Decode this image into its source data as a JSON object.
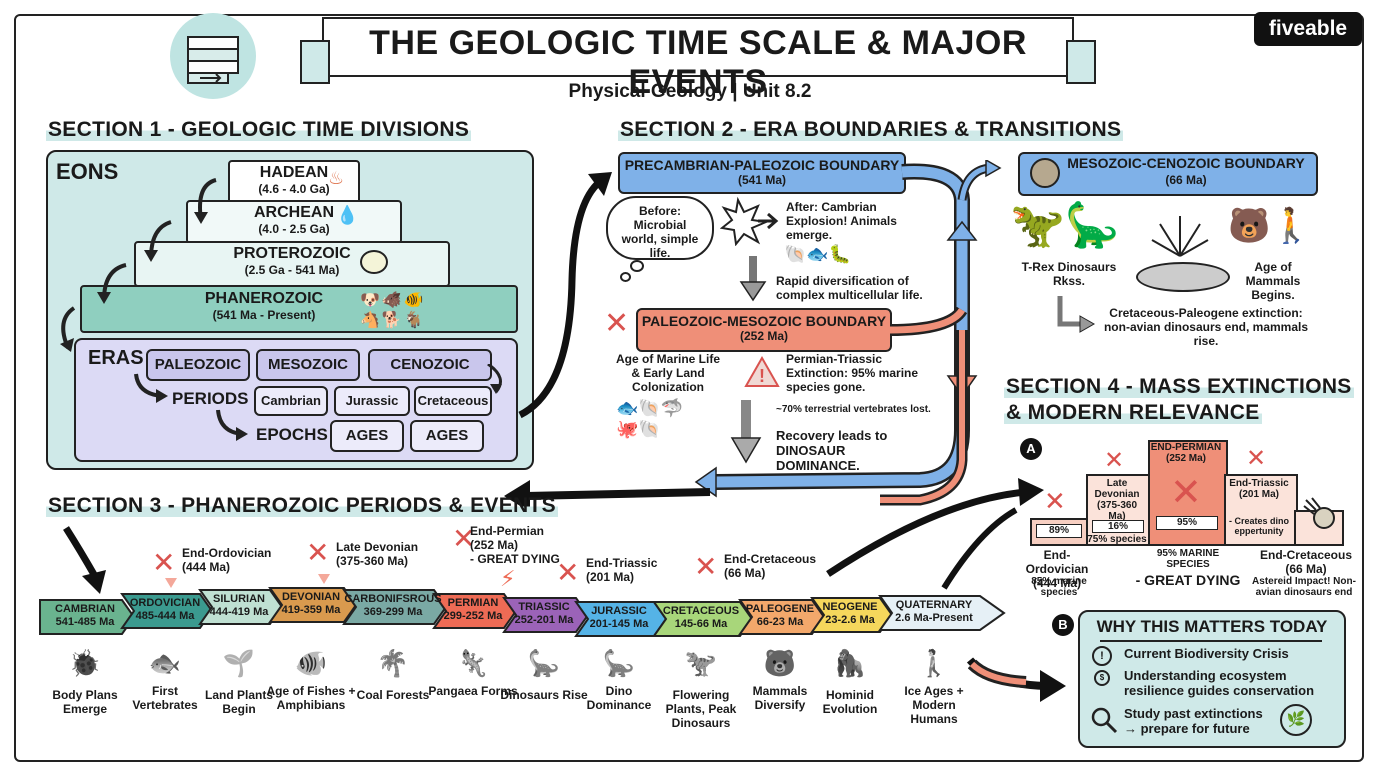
{
  "header": {
    "title": "THE GEOLOGIC TIME SCALE & MAJOR EVENTS",
    "subtitle": "Physical Geology | Unit 8.2",
    "brand": "fiveable"
  },
  "section1": {
    "title": "SECTION 1 - GEOLOGIC TIME DIVISIONS",
    "eons_label": "EONS",
    "eons": [
      {
        "name": "HADEAN",
        "range": "(4.6 - 4.0 Ga)"
      },
      {
        "name": "ARCHEAN",
        "range": "(4.0 - 2.5 Ga)"
      },
      {
        "name": "PROTEROZOIC",
        "range": "(2.5 Ga - 541 Ma)"
      },
      {
        "name": "PHANEROZOIC",
        "range": "(541 Ma - Present)"
      }
    ],
    "eras_label": "ERAS",
    "eras": [
      "PALEOZOIC",
      "MESOZOIC",
      "CENOZOIC"
    ],
    "periods_label": "PERIODS",
    "periods": [
      "Cambrian",
      "Jurassic",
      "Cretaceous"
    ],
    "epochs_label": "EPOCHS",
    "epochs": [
      "AGES",
      "AGES"
    ]
  },
  "section2": {
    "title": "SECTION 2 - ERA BOUNDARIES & TRANSITIONS",
    "pc_boundary": {
      "title": "PRECAMBRIAN-PALEOZOIC BOUNDARY",
      "date": "(541 Ma)"
    },
    "before": "Before: Microbial world, simple life.",
    "after": "After: Cambrian Explosion! Animals emerge.",
    "diversification": "Rapid diversification of complex multicellular life.",
    "pm_boundary": {
      "title": "PALEOZOIC-MESOZOIC BOUNDARY",
      "date": "(252 Ma)"
    },
    "marine_age": "Age of Marine Life & Early Land Colonization",
    "permian_triassic": "Permian-Triassic Extinction: 95% marine species gone.",
    "terrestrial": "~70% terrestrial vertebrates lost.",
    "recovery": "Recovery leads to DINOSAUR DOMINANCE.",
    "mc_boundary": {
      "title": "MESOZOIC-CENOZOIC BOUNDARY",
      "date": "(66 Ma)"
    },
    "trex": "T-Rex Dinosaurs Rkss.",
    "mammals": "Age of Mammals Begins.",
    "kpg": "Cretaceous-Paleogene extinction: non-avian dinosaurs end, mammals rise."
  },
  "section3": {
    "title": "SECTION 3 - PHANEROZOIC PERIODS & EVENTS",
    "periods": [
      {
        "name": "CAMBRIAN",
        "range": "541-485 Ma",
        "color": "#6ab38f",
        "event": "Body Plans Emerge"
      },
      {
        "name": "ORDOVICIAN",
        "range": "485-444 Ma",
        "color": "#3b9a8f",
        "event": "First Vertebrates"
      },
      {
        "name": "SILURIAN",
        "range": "444-419 Ma",
        "color": "#bfe0d2",
        "event": "Land Plants Begin"
      },
      {
        "name": "DEVONIAN",
        "range": "419-359 Ma",
        "color": "#d99a4e",
        "event": "Age of Fishes + Amphibians"
      },
      {
        "name": "CARBONIFSROUS",
        "range": "369-299 Ma",
        "color": "#7aa9a4",
        "event": "Coal Forests"
      },
      {
        "name": "PERMIAN",
        "range": "299-252 Ma",
        "color": "#ee6b55",
        "event": "Pangaea Forms"
      },
      {
        "name": "TRIASSIC",
        "range": "252-201 Ma",
        "color": "#9b63b8",
        "event": "Dinosaurs Rise"
      },
      {
        "name": "JURASSIC",
        "range": "201-145 Ma",
        "color": "#55b3e6",
        "event": "Dino Dominance"
      },
      {
        "name": "CRETACEOUS",
        "range": "145-66 Ma",
        "color": "#a8d67a",
        "event": "Flowering Plants, Peak Dinosaurs"
      },
      {
        "name": "PALEOGENE",
        "range": "66-23 Ma",
        "color": "#f3a86b",
        "event": "Mammals Diversify"
      },
      {
        "name": "NEOGENE",
        "range": "23-2.6 Ma",
        "color": "#f5d75c",
        "event": "Hominid Evolution"
      },
      {
        "name": "QUATERNARY",
        "range": "2.6 Ma-Present",
        "color": "#e6f0f6",
        "event": "Ice Ages + Modern Humans"
      }
    ],
    "extinctions": [
      {
        "label": "End-Ordovician",
        "date": "(444 Ma)"
      },
      {
        "label": "Late Devonian",
        "date": "(375-360 Ma)"
      },
      {
        "label": "End-Permian",
        "date": "(252 Ma)",
        "note": "- GREAT DYING"
      },
      {
        "label": "End-Triassic",
        "date": "(201 Ma)"
      },
      {
        "label": "End-Cretaceous",
        "date": "(66 Ma)"
      }
    ]
  },
  "section4": {
    "title_line1": "SECTION 4 - MASS EXTINCTIONS",
    "title_line2": "& MODERN RELEVANCE",
    "marker_a": "A",
    "marker_b": "B",
    "podium": [
      {
        "top": "",
        "bar": "89%",
        "label": "End-Ordovician (444 Ma)",
        "note": "85% marine species"
      },
      {
        "top": "Late Devonian (375-360 Ma)",
        "bar": "16%",
        "label": "",
        "note": "75% species"
      },
      {
        "top": "END-PERMIAN (252 Ma)",
        "bar": "95%",
        "label": "95% MARINE SPECIES",
        "note": "- GREAT DYING"
      },
      {
        "top": "End-Triassic (201 Ma)",
        "bar": "",
        "label": "",
        "note": "- Creates dino eppertunity"
      },
      {
        "top": "",
        "bar": "",
        "label": "End-Cretaceous (66 Ma)",
        "note": "Astereid Impact! Non-avian dinosaurs end"
      }
    ],
    "why_title": "WHY THIS MATTERS TODAY",
    "why_items": [
      "Current Biodiversity Crisis",
      "Understanding ecosystem resilience guides conservation",
      "Study past extinctions → prepare for future"
    ]
  },
  "colors": {
    "teal": "#cfe9e8",
    "lavender": "#dcdaf5",
    "blue": "#7fb1e8",
    "salmon": "#ef8f78",
    "red": "#d9534f"
  }
}
